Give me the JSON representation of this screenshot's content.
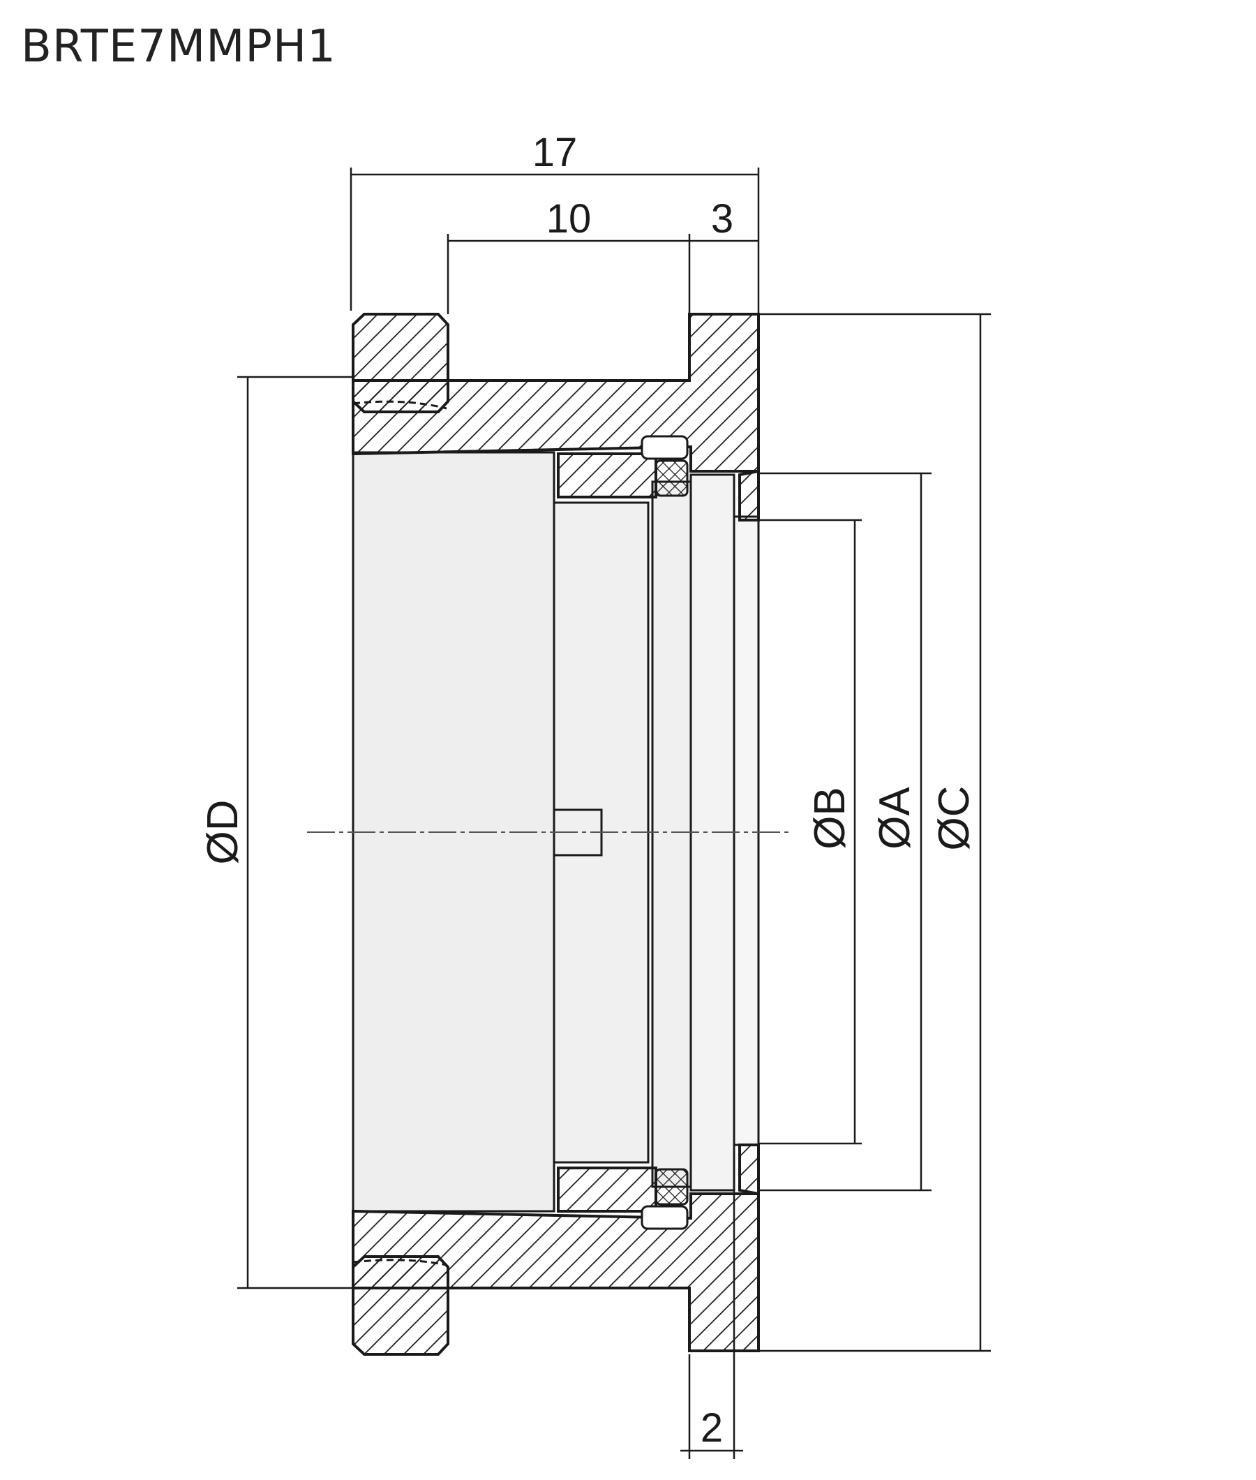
{
  "title": "BRTE7MMPH1",
  "dimensions": {
    "overall_length": "17",
    "body_length": "10",
    "flange_thickness": "3",
    "window_thickness": "2",
    "dia_a": "ØA",
    "dia_b": "ØB",
    "dia_c": "ØC",
    "dia_d": "ØD"
  },
  "colors": {
    "line": "#1a1a1a",
    "bore_fill": "#eeeeee",
    "hatch": "#1a1a1a"
  }
}
